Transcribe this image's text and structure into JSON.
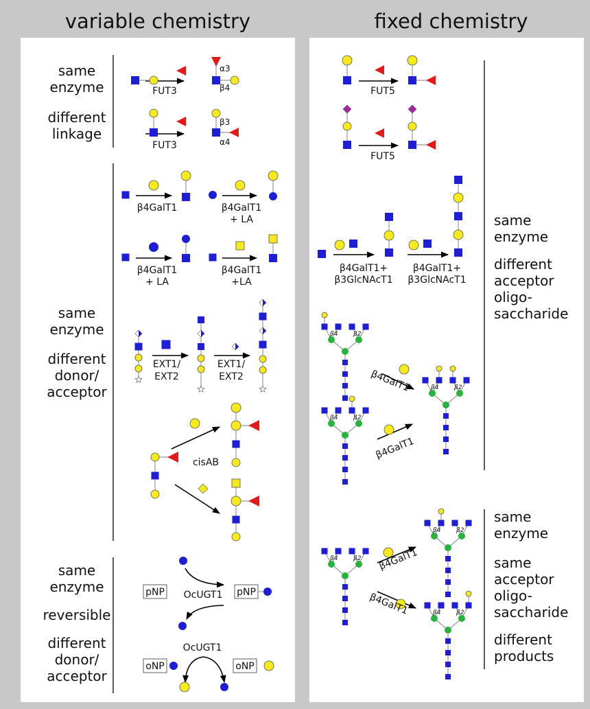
{
  "titles": {
    "left": "variable chemistry",
    "right": "fixed chemistry"
  },
  "left": {
    "s1": {
      "labels": [
        "same",
        "enzyme",
        "different",
        "linkage"
      ],
      "enzyme": "FUT3",
      "links_a": [
        "α3",
        "β4"
      ],
      "links_b": [
        "β3",
        "α4"
      ]
    },
    "s2": {
      "labels": [
        "same",
        "enzyme",
        "different",
        "donor/",
        "acceptor"
      ],
      "r1_enz": "β4GalT1",
      "r2_enz": [
        "β4GalT1",
        "+ LA"
      ],
      "r3_enz": [
        "β4GalT1",
        "+ LA"
      ],
      "r4_enz": [
        "β4GalT1",
        "+LA"
      ],
      "ext": [
        "EXT1/",
        "EXT2"
      ],
      "cis": "cisAB"
    },
    "s3": {
      "labels": [
        "same",
        "enzyme",
        "reversible",
        "different",
        "donor/",
        "acceptor"
      ],
      "enzyme": "OcUGT1",
      "pnp": "pNP",
      "onp": "oNP"
    }
  },
  "right": {
    "s1": {
      "enzyme": "FUT5",
      "labels": [
        "same",
        "enzyme",
        "different",
        "acceptor",
        "oligo-",
        "saccharide"
      ]
    },
    "s2": {
      "enz_lines": [
        "β4GalT1+",
        "β3GlcNAcT1"
      ]
    },
    "s3": {
      "enzyme": "β4GalT1",
      "links": [
        "β4",
        "β2"
      ]
    },
    "s4": {
      "labels": [
        "same",
        "enzyme",
        "same",
        "acceptor",
        "oligo-",
        "saccharide",
        "different",
        "products"
      ]
    }
  },
  "colors": {
    "glc_blue": "#1e1ed6",
    "gal_yellow": "#f6ea1c",
    "fuc_red": "#e21a1a",
    "man_green": "#26b43c",
    "sia_purple": "#a5269f",
    "background": "#c8c8c8"
  }
}
